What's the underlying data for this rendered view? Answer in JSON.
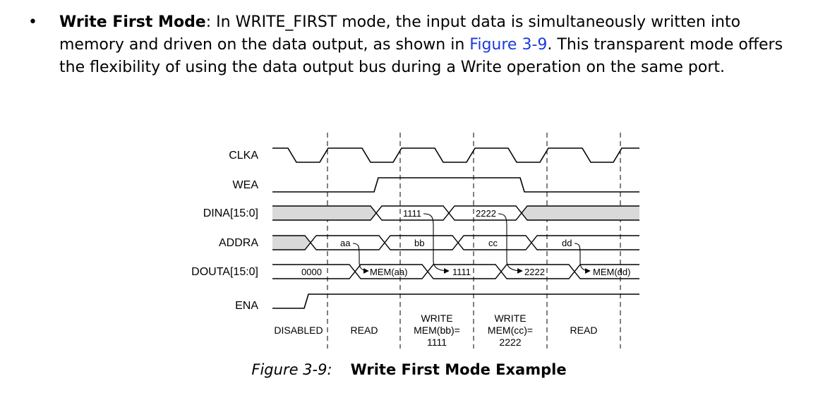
{
  "paragraph": {
    "bullet": "•",
    "term": "Write First Mode",
    "text_before_link": ": In WRITE_FIRST mode, the input data is simultaneously written into memory and driven on the data output, as shown in ",
    "link_text": "Figure 3-9",
    "text_after_link": ". This transparent mode offers the flexibility of using the data output bus during a Write operation on the same port."
  },
  "diagram": {
    "signals": [
      "CLKA",
      "WEA",
      "DINA[15:0]",
      "ADDRA",
      "DOUTA[15:0]",
      "ENA"
    ],
    "dina_values": [
      "1111",
      "2222"
    ],
    "addra_values": [
      "aa",
      "bb",
      "cc",
      "dd"
    ],
    "douta_values": [
      "0000",
      "MEM(aa)",
      "1111",
      "2222",
      "MEM(dd)"
    ],
    "phases": [
      {
        "lines": [
          "DISABLED"
        ]
      },
      {
        "lines": [
          "READ"
        ]
      },
      {
        "lines": [
          "WRITE",
          "MEM(bb)=",
          "1111"
        ]
      },
      {
        "lines": [
          "WRITE",
          "MEM(cc)=",
          "2222"
        ]
      },
      {
        "lines": [
          "READ"
        ]
      }
    ],
    "colors": {
      "shade": "#d9d9d9",
      "line": "#000000"
    }
  },
  "caption": {
    "label": "Figure 3-9:",
    "title": "Write First Mode Example"
  }
}
